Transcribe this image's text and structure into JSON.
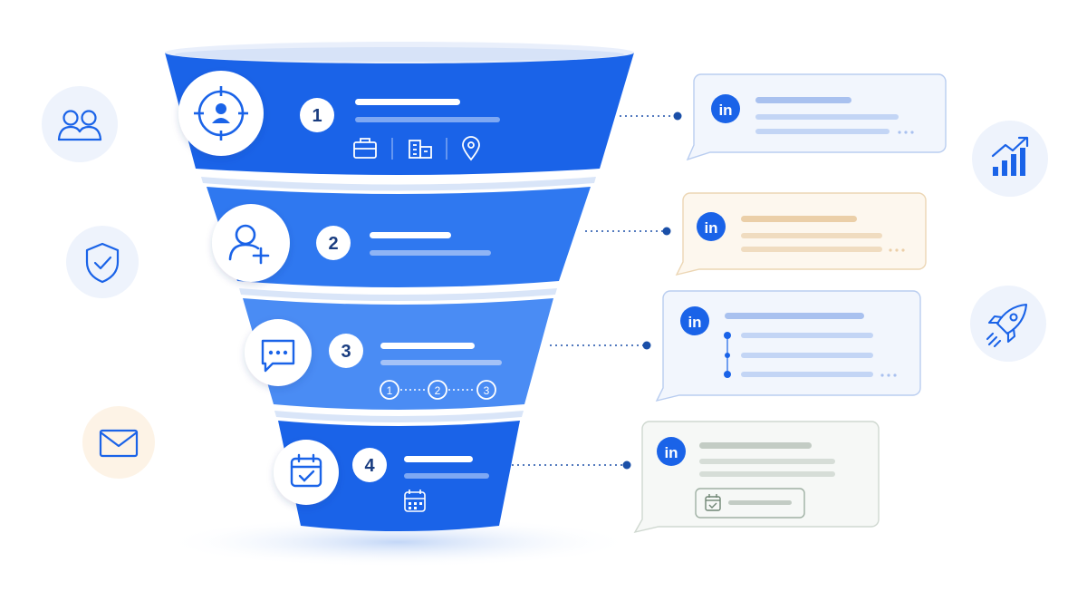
{
  "colors": {
    "brand": "#1a63e8",
    "brand_mid": "#2f78f0",
    "brand_light": "#4a8cf4",
    "brand_lighter": "#5a98f6",
    "white": "#ffffff",
    "side_bubble_blue": "#eef3fc",
    "side_bubble_peach": "#fdf3e6",
    "card_blue_bg": "#f2f6fd",
    "card_blue_border": "#b9cdf0",
    "card_peach_bg": "#fdf7ee",
    "card_peach_border": "#ecd6b4",
    "card_grey_bg": "#f6f8f6",
    "card_grey_border": "#cfd8d0",
    "placeholder_blue": "#c3d5f5",
    "placeholder_blue_strong": "#a9c1ef",
    "placeholder_peach": "#f0dcc0",
    "placeholder_peach_strong": "#ebcfa8",
    "placeholder_grey": "#d6ddd7",
    "placeholder_grey_strong": "#c3ccc4"
  },
  "funnel": {
    "stages": [
      {
        "number": "1",
        "icon": "target-user-icon",
        "sub_icons": [
          "briefcase-icon",
          "building-icon",
          "location-pin-icon"
        ]
      },
      {
        "number": "2",
        "icon": "add-user-icon"
      },
      {
        "number": "3",
        "icon": "chat-bubble-icon",
        "steps": [
          "1",
          "2",
          "3"
        ]
      },
      {
        "number": "4",
        "icon": "calendar-check-icon",
        "sub_icons": [
          "calendar-icon"
        ]
      }
    ]
  },
  "cards": [
    {
      "brand_mark": "in",
      "theme": "blue"
    },
    {
      "brand_mark": "in",
      "theme": "peach"
    },
    {
      "brand_mark": "in",
      "theme": "blue"
    },
    {
      "brand_mark": "in",
      "theme": "grey"
    }
  ],
  "side_icons": {
    "left": [
      "users-icon",
      "shield-check-icon",
      "mail-icon"
    ],
    "right": [
      "growth-chart-icon",
      "rocket-icon"
    ]
  }
}
